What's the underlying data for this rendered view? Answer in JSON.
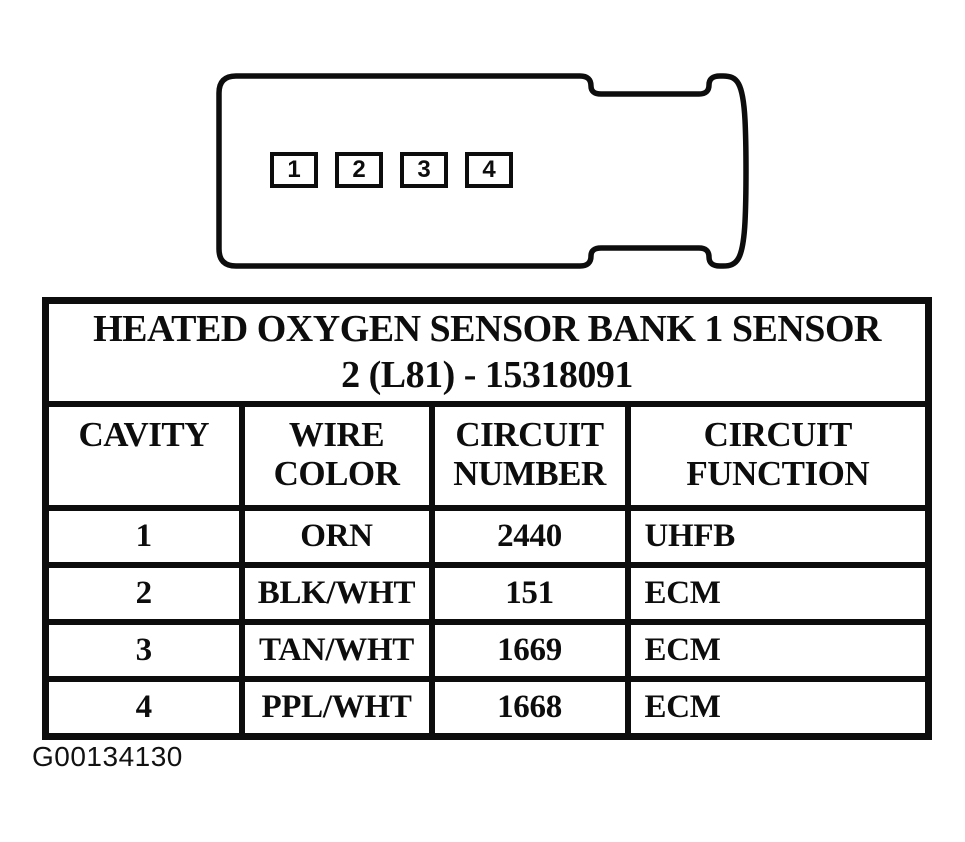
{
  "figure": {
    "id_label": "G00134130"
  },
  "connector": {
    "description": "4-cavity heated oxygen sensor connector face view",
    "pins": [
      {
        "label": "1"
      },
      {
        "label": "2"
      },
      {
        "label": "3"
      },
      {
        "label": "4"
      }
    ]
  },
  "table": {
    "title_lines": {
      "0": "HEATED OXYGEN SENSOR BANK 1 SENSOR",
      "1": "2 (L81) - 15318091"
    },
    "columns": [
      {
        "label": "CAVITY"
      },
      {
        "label": "WIRE COLOR"
      },
      {
        "label": "CIRCUIT NUMBER"
      },
      {
        "label": "CIRCUIT FUNCTION"
      }
    ],
    "rows": [
      {
        "cavity": "1",
        "wire_color": "ORN",
        "circuit_number": "2440",
        "circuit_function": "UHFB"
      },
      {
        "cavity": "2",
        "wire_color": "BLK/WHT",
        "circuit_number": "151",
        "circuit_function": "ECM"
      },
      {
        "cavity": "3",
        "wire_color": "TAN/WHT",
        "circuit_number": "1669",
        "circuit_function": "ECM"
      },
      {
        "cavity": "4",
        "wire_color": "PPL/WHT",
        "circuit_number": "1668",
        "circuit_function": "ECM"
      }
    ]
  },
  "colors": {
    "ink": "#0d0d0d",
    "paper": "#ffffff"
  }
}
